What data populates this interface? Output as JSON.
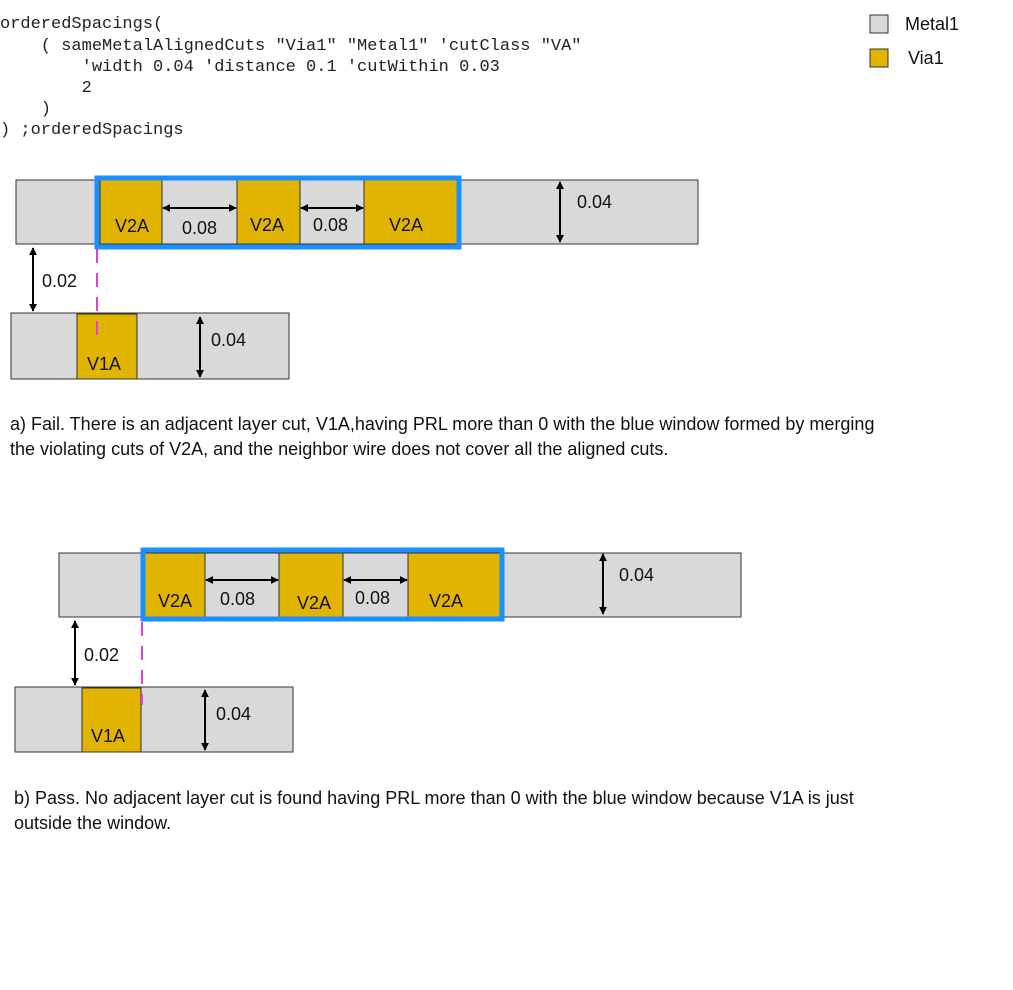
{
  "code": {
    "lines": [
      "orderedSpacings(",
      "    ( sameMetalAlignedCuts \"Via1\" \"Metal1\" 'cutClass \"VA\"",
      "        'width 0.04 'distance 0.1 'cutWithin 0.03",
      "        2",
      "    )",
      ") ;orderedSpacings"
    ]
  },
  "legend": {
    "items": [
      {
        "label": "Metal1",
        "color": "#d9d9d9"
      },
      {
        "label": "Via1",
        "color": "#e0b400"
      }
    ]
  },
  "colors": {
    "metal": "#d9d9d9",
    "via": "#e0b400",
    "window": "#1a8fff",
    "guide": "#e040e0",
    "stroke": "#333333"
  },
  "panel_a": {
    "top_cuts": [
      "V2A",
      "V2A",
      "V2A"
    ],
    "spacings": [
      "0.08",
      "0.08"
    ],
    "top_width": "0.04",
    "gap": "0.02",
    "bottom_cut": "V1A",
    "bottom_width": "0.04",
    "caption_lines": [
      "a) Fail. There is an adjacent layer cut, V1A,having PRL more than 0 with the blue window formed by merging",
      "the violating cuts of V2A, and the neighbor wire does not cover all the aligned cuts."
    ]
  },
  "panel_b": {
    "top_cuts": [
      "V2A",
      "V2A",
      "V2A"
    ],
    "spacings": [
      "0.08",
      "0.08"
    ],
    "top_width": "0.04",
    "gap": "0.02",
    "bottom_cut": "V1A",
    "bottom_width": "0.04",
    "caption_lines": [
      "b) Pass. No adjacent layer cut is found having PRL more than 0 with the blue window because V1A is just",
      "outside the window."
    ]
  }
}
